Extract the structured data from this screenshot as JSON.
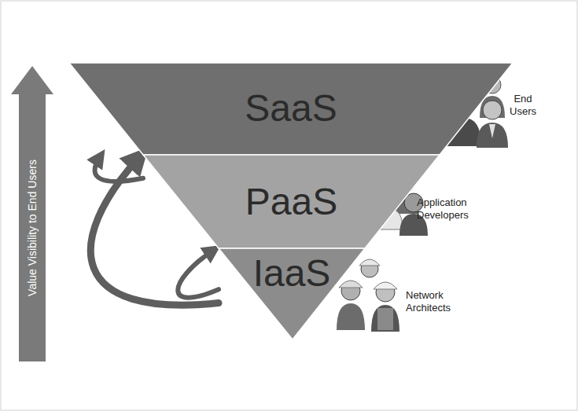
{
  "diagram": {
    "nodes": [
      {
        "text": [
          "SaaS"
        ]
      },
      {
        "text": [
          "PaaS"
        ]
      },
      {
        "text": [
          "IaaS"
        ]
      }
    ],
    "edges": [
      {
        "from": 2,
        "to": 1,
        "arrow": "to"
      },
      {
        "from": 2,
        "to": 0,
        "arrow": "to"
      },
      {
        "from": 1,
        "to": 0,
        "arrow": "to"
      }
    ],
    "labels": [
      "Value Visibility to End Users",
      "End Users",
      "Application Developers",
      "Network Architects"
    ]
  }
}
